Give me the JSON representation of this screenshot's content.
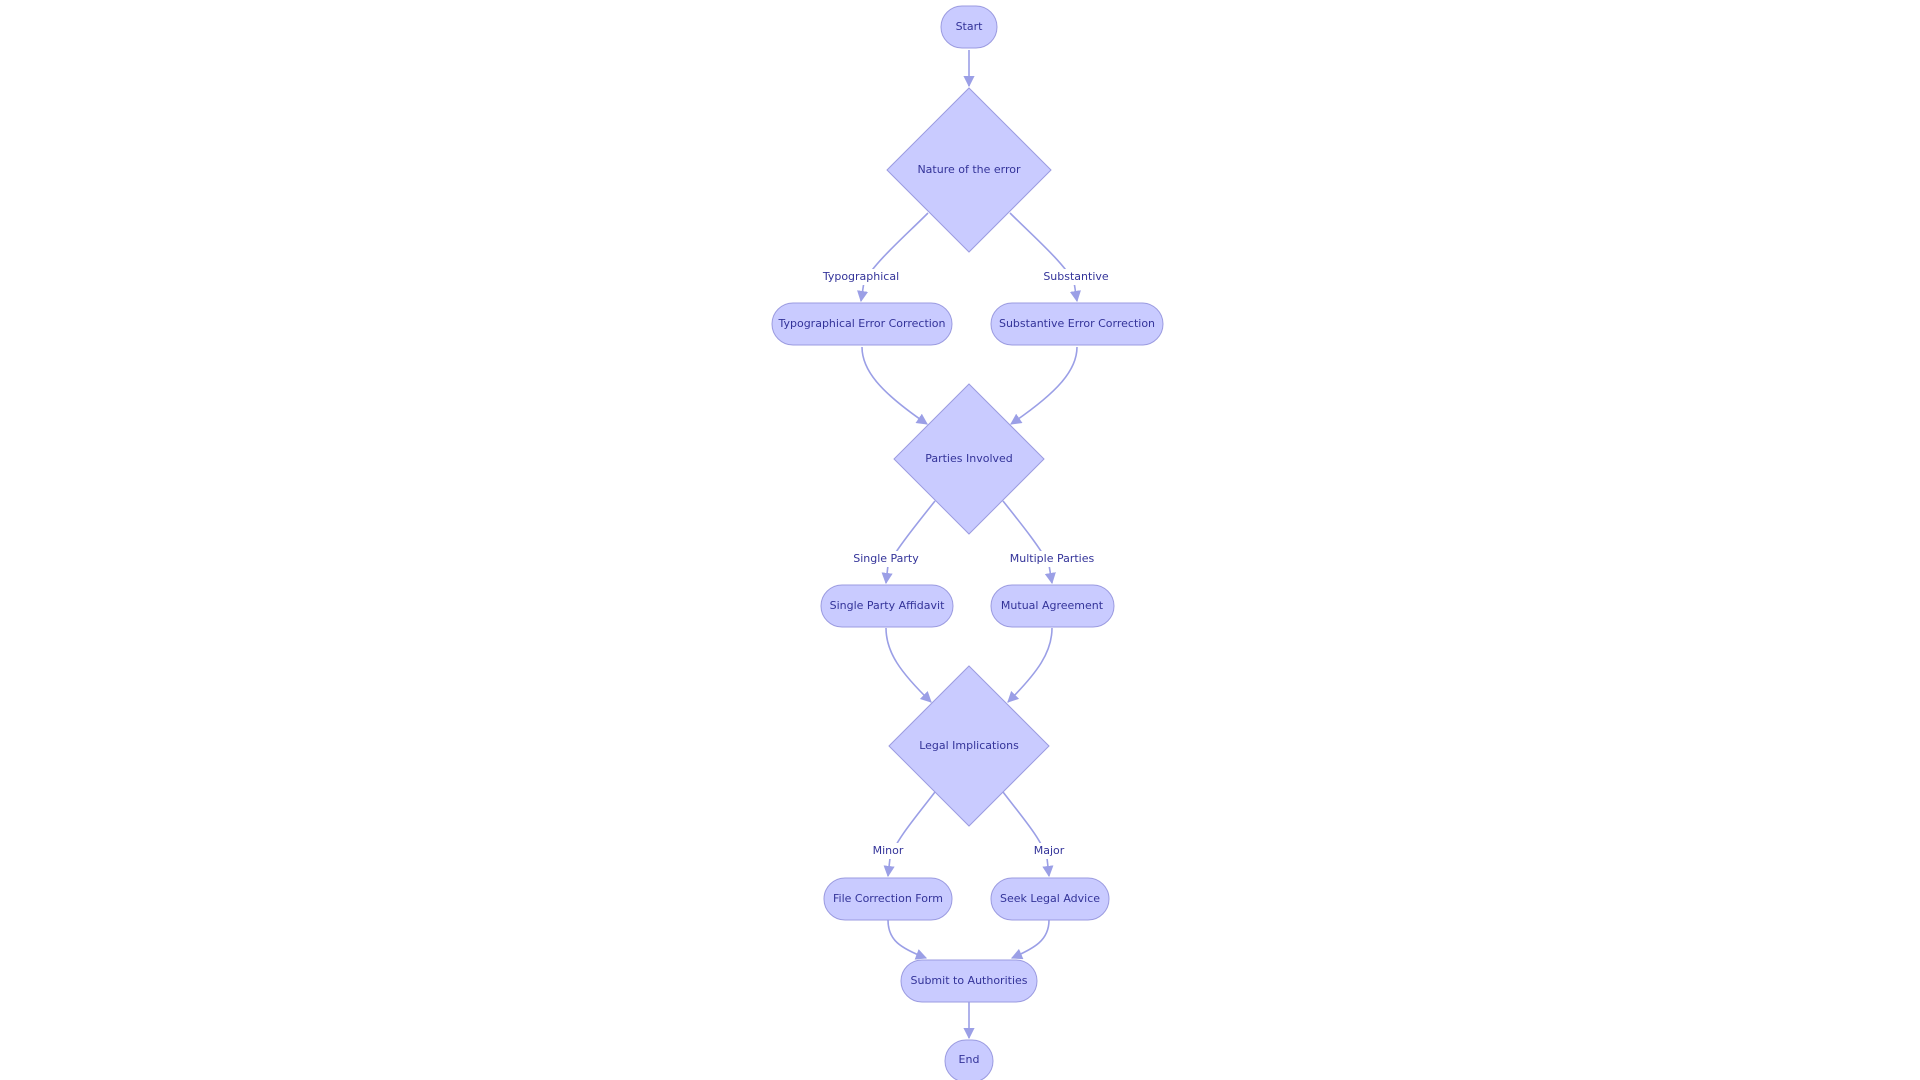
{
  "colors": {
    "node_fill": "#c9cbff",
    "node_stroke": "#9b9be0",
    "edge": "#9b9fe6",
    "text": "#333399"
  },
  "nodes": {
    "start": "Start",
    "nature": "Nature of the error",
    "typo_correction": "Typographical Error Correction",
    "subst_correction": "Substantive Error Correction",
    "parties": "Parties Involved",
    "single_affidavit": "Single Party Affidavit",
    "mutual_agreement": "Mutual Agreement",
    "legal": "Legal Implications",
    "file_form": "File Correction Form",
    "seek_advice": "Seek Legal Advice",
    "submit": "Submit to Authorities",
    "end": "End"
  },
  "edge_labels": {
    "typographical": "Typographical",
    "substantive": "Substantive",
    "single_party": "Single Party",
    "multiple_parties": "Multiple Parties",
    "minor": "Minor",
    "major": "Major"
  }
}
